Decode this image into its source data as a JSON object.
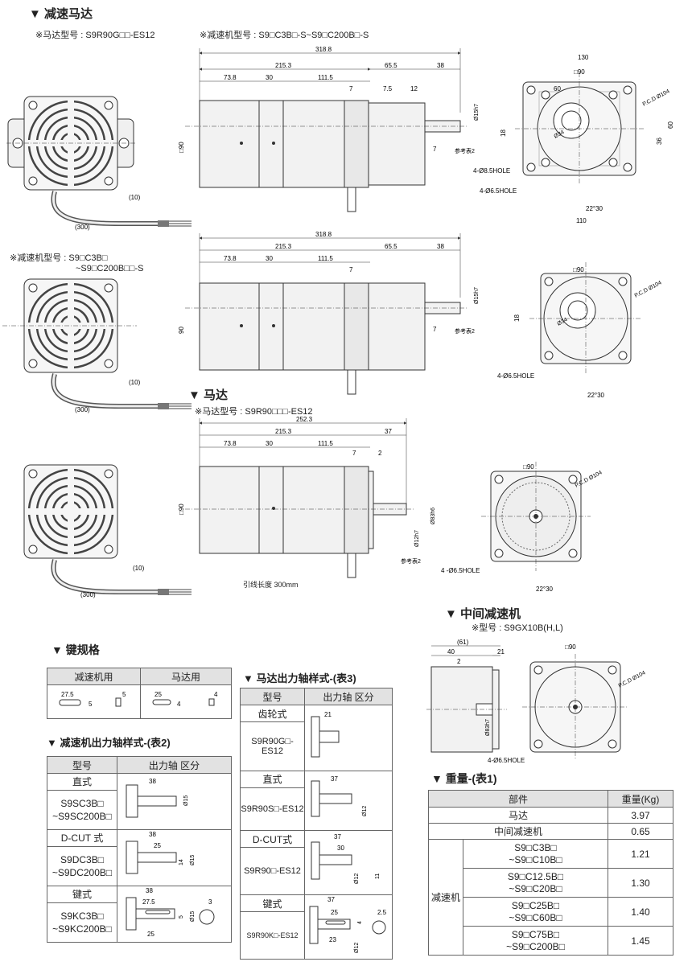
{
  "sections": {
    "gear_motor": {
      "title": "▼ 减速马达",
      "motor_model": "※马达型号 : S9R90G□□-ES12",
      "gear_model": "※减速机型号 : S9□C3B□-S~S9□C200B□-S"
    },
    "gear_motor_2": {
      "gear_model_1": "※减速机型号 : S9□C3B□",
      "gear_model_2": "~S9□C200B□□-S"
    },
    "motor": {
      "title": "▼ 马达",
      "motor_model": "※马达型号 : S9R90□□□-ES12",
      "lead_length": "引线长度 300mm"
    },
    "intermediate": {
      "title": "▼ 中间减速机",
      "model": "※型号 : S9GX10B(H,L)"
    },
    "key_spec": {
      "title": "▼ 键规格",
      "col_gear": "减速机用",
      "col_motor": "马达用"
    },
    "table2": {
      "title": "▼ 减速机出力轴样式-(表2)",
      "col_model": "型号",
      "col_shaft": "出力轴 区分"
    },
    "table3": {
      "title": "▼ 马达出力轴样式-(表3)",
      "col_model": "型号",
      "col_shaft": "出力轴 区分"
    },
    "table1": {
      "title": "▼ 重量-(表1)",
      "col_part": "部件",
      "col_weight": "重量(Kg)"
    }
  },
  "dims": {
    "d318": "318.8",
    "d215": "215.3",
    "d655": "65.5",
    "d38": "38",
    "d738": "73.8",
    "d30": "30",
    "d1115": "111.5",
    "d7": "7",
    "d75": "7.5",
    "d12": "12",
    "d90sq": "□90",
    "d130": "130",
    "d60": "60",
    "d110": "110",
    "d18": "18",
    "d36": "36",
    "d34": "Ø34",
    "pcd": "P.C.D Ø104",
    "hole85": "4-Ø8.5HOLE",
    "hole65": "4-Ø6.5HOLE",
    "hole65b": "4 -Ø6.5HOLE",
    "ang": "22°30",
    "d10": "(10)",
    "d300": "(300)",
    "d2522": "252.3",
    "d37": "37",
    "d2": "2",
    "d61": "(61)",
    "d40": "40",
    "d21": "21",
    "ref2": "参考表2",
    "shaft15": "Ø15h7",
    "shaft83": "Ø83h6",
    "shaft12": "Ø12h7",
    "shaft83b": "Ø83h7",
    "d90": "90"
  },
  "key_table": {
    "gear_a": "27.5",
    "gear_b": "5",
    "gear_c": "5",
    "motor_a": "25",
    "motor_b": "4",
    "motor_c": "4"
  },
  "table2_rows": [
    {
      "label": "直式",
      "models": "S9SC3B□\n~S9SC200B□",
      "d1": "38",
      "d2": "Ø15"
    },
    {
      "label": "D-CUT 式",
      "models": "S9DC3B□\n~S9DC200B□",
      "d1": "38",
      "d2": "25",
      "d3": "14",
      "d4": "Ø15"
    },
    {
      "label": "键式",
      "models": "S9KC3B□\n~S9KC200B□",
      "d1": "38",
      "d2": "27.5",
      "d3": "25",
      "d4": "5",
      "d5": "3",
      "d6": "Ø15"
    }
  ],
  "table3_rows": [
    {
      "label": "齿轮式",
      "model": "S9R90G□-ES12",
      "d1": "21"
    },
    {
      "label": "直式",
      "model": "S9R90S□-ES12",
      "d1": "37",
      "d2": "Ø12"
    },
    {
      "label": "D-CUT式",
      "model": "S9R90□-ES12",
      "d1": "37",
      "d2": "30",
      "d3": "Ø12",
      "d4": "11"
    },
    {
      "label": "键式",
      "model": "S9R90K□-ES12",
      "d1": "37",
      "d2": "25",
      "d3": "23",
      "d4": "4",
      "d5": "2.5",
      "d6": "Ø12"
    }
  ],
  "weight_rows": [
    {
      "part": "马达",
      "weight": "3.97"
    },
    {
      "part": "中间减速机",
      "weight": "0.65"
    }
  ],
  "weight_group": "减速机",
  "weight_sub": [
    {
      "model": "S9□C3B□\n~S9□C10B□",
      "weight": "1.21"
    },
    {
      "model": "S9□C12.5B□\n~S9□C20B□",
      "weight": "1.30"
    },
    {
      "model": "S9□C25B□\n~S9□C60B□",
      "weight": "1.40"
    },
    {
      "model": "S9□C75B□\n~S9□C200B□",
      "weight": "1.45"
    }
  ]
}
